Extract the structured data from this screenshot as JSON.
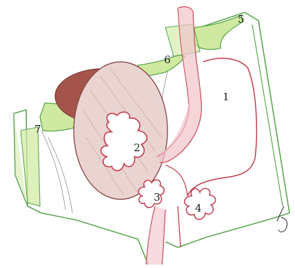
{
  "diagram": {
    "labels": {
      "l1": "1",
      "l2": "2",
      "l3": "3",
      "l4": "4",
      "l5": "5",
      "l6": "6",
      "l7": "7"
    },
    "signature": "JL"
  },
  "colors": {
    "green_line": "#5aa64f",
    "green_fill": "#cfe9a0",
    "red_line": "#c23a4a",
    "pink_fill": "#f1c3cb",
    "brown": "#a5544c",
    "disc_fill": "#ead4d2",
    "gray_line": "#6f6f6f"
  }
}
